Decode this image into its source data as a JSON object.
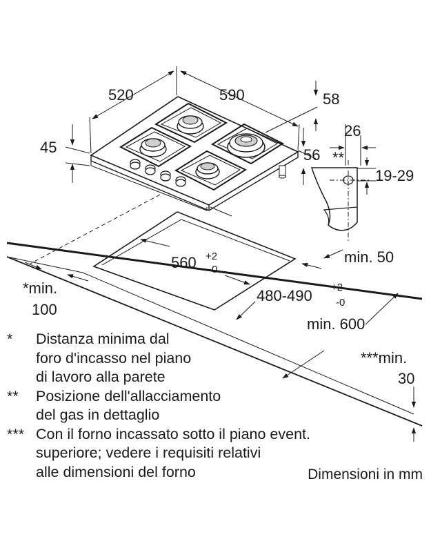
{
  "dimensions": {
    "d520": "520",
    "d590": "590",
    "d58": "58",
    "d45": "45",
    "d26": "26",
    "d_asterisks": "**",
    "d1929": "19-29",
    "d56": "56",
    "d560": "560",
    "d560_plus": "+2",
    "d560_minus": "-0",
    "d480": "480-490",
    "d480_plus": "+2",
    "d480_minus": "-0",
    "min50": "min. 50",
    "min100_a": "*min.",
    "min100_b": "100",
    "min600": "min. 600",
    "min30_a": "***min.",
    "min30_b": "30"
  },
  "legend": [
    {
      "mark": "*",
      "text": "Distanza minima dal\nforo d'incasso nel piano\ndi lavoro alla parete"
    },
    {
      "mark": "**",
      "text": "Posizione dell'allacciamento\ndel gas in dettaglio"
    },
    {
      "mark": "***",
      "text": "Con il forno incassato sotto il piano event.\nsuperiore; vedere i requisiti relativi\nalle dimensioni del forno"
    }
  ],
  "units_label": "Dimensioni in mm"
}
